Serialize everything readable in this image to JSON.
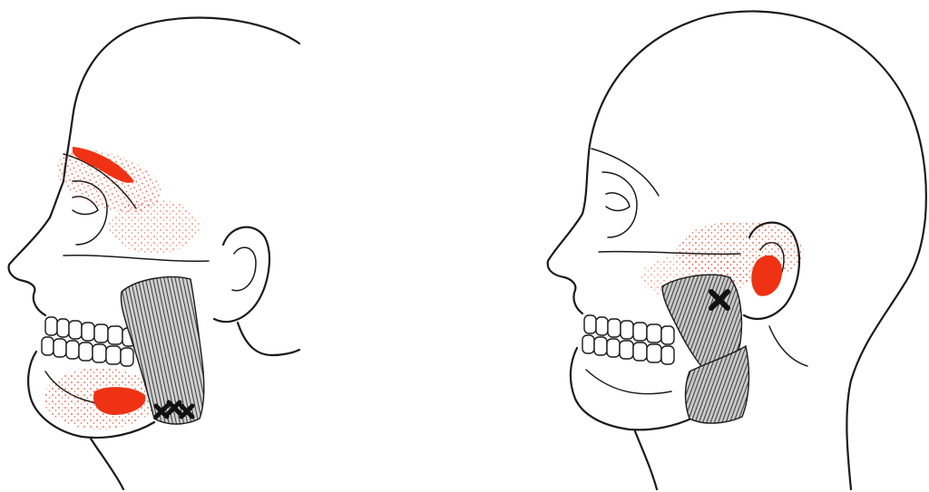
{
  "figures": [
    {
      "id": "left",
      "view": "left-profile",
      "trigger_point_marker": "x-cluster",
      "pain_color": "#e8320c"
    },
    {
      "id": "right",
      "view": "left-profile",
      "trigger_point_marker": "x-single",
      "pain_color": "#e8320c"
    }
  ],
  "colors": {
    "line": "#1a1a1a",
    "pain_solid": "#ef3214",
    "pain_dots": "#e8421e",
    "muscle_fill": "#bdbdbd",
    "background": "#ffffff"
  },
  "icons": [
    "trigger-point-x-icon"
  ]
}
